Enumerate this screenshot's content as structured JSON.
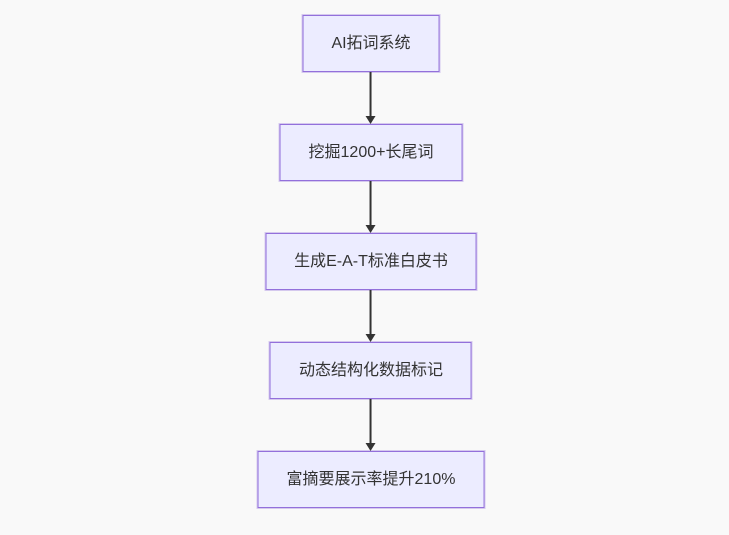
{
  "flowchart": {
    "type": "vertical-flow",
    "nodes": [
      {
        "label": "AI拓词系统"
      },
      {
        "label": "挖掘1200+长尾词"
      },
      {
        "label": "生成E-A-T标准白皮书"
      },
      {
        "label": "动态结构化数据标记"
      },
      {
        "label": "富摘要展示率提升210%"
      }
    ],
    "edges": [
      {
        "from": 0,
        "to": 1
      },
      {
        "from": 1,
        "to": 2
      },
      {
        "from": 2,
        "to": 3
      },
      {
        "from": 3,
        "to": 4
      }
    ],
    "colors": {
      "node_fill": "#ECECFF",
      "node_border": "#9370DB",
      "node_text": "#333333",
      "arrow": "#333333",
      "background": "#F9F9F9"
    }
  }
}
